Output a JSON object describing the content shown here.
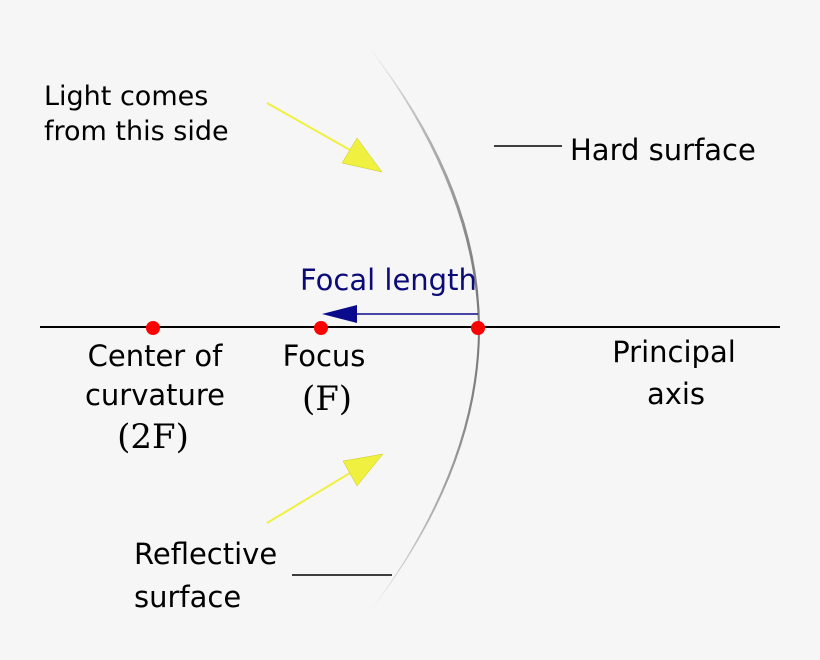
{
  "labels": {
    "light_line1": "Light comes",
    "light_line2": "from this side",
    "hard_surface": "Hard surface",
    "focal_length": "Focal length",
    "center_line1": "Center of",
    "center_line2": "curvature",
    "center_symbol": "(2F)",
    "focus_word": "Focus",
    "focus_symbol": "(F)",
    "principal_line1": "Principal",
    "principal_line2": "axis",
    "reflective_line1": "Reflective",
    "reflective_line2": "surface"
  },
  "colors": {
    "background": "#f6f6f6",
    "incoming_light_arrow": "#f0f040",
    "focal_length_arrow": "#0a0a8c",
    "focal_length_text": "#0a0a78",
    "point_marker": "#ff0000",
    "mirror_gradient": [
      "#f0f0f0",
      "#8a8a8a",
      "#1a1a1a"
    ]
  },
  "icons": {
    "incoming_arrows": "arrow-icon",
    "points": "red-dot-icon"
  }
}
